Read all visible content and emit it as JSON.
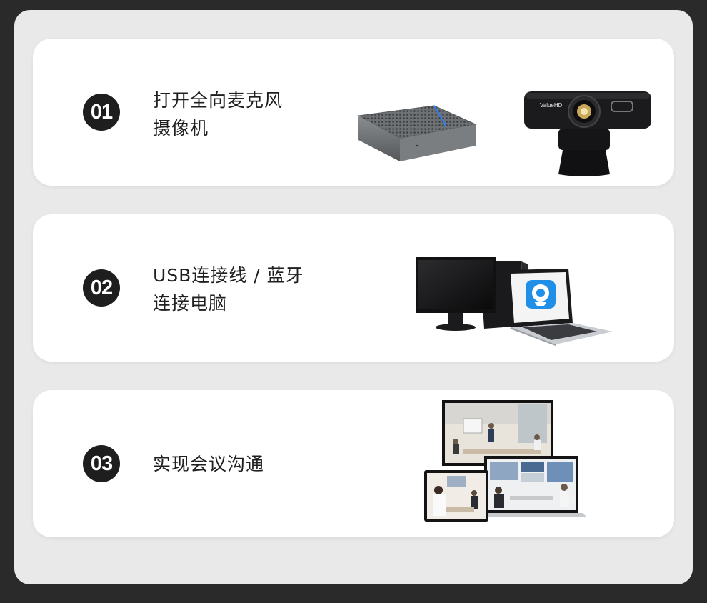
{
  "steps": [
    {
      "number": "01",
      "line1": "打开全向麦克风",
      "line2": "摄像机",
      "camera_brand": "ValueHD"
    },
    {
      "number": "02",
      "line1": "USB连接线 / 蓝牙",
      "line2": "连接电脑"
    },
    {
      "number": "03",
      "line1": "实现会议沟通",
      "line2": ""
    }
  ],
  "colors": {
    "page_bg": "#2a2a2a",
    "panel_bg": "#e9e9e9",
    "card_bg": "#ffffff",
    "badge_bg": "#1e1e1e",
    "app_icon_blue": "#1f8fe8"
  },
  "icons": [
    "mic-hub-device",
    "webcam-device",
    "desktop-monitor",
    "laptop",
    "app-camera-icon",
    "video-conference-screens"
  ]
}
